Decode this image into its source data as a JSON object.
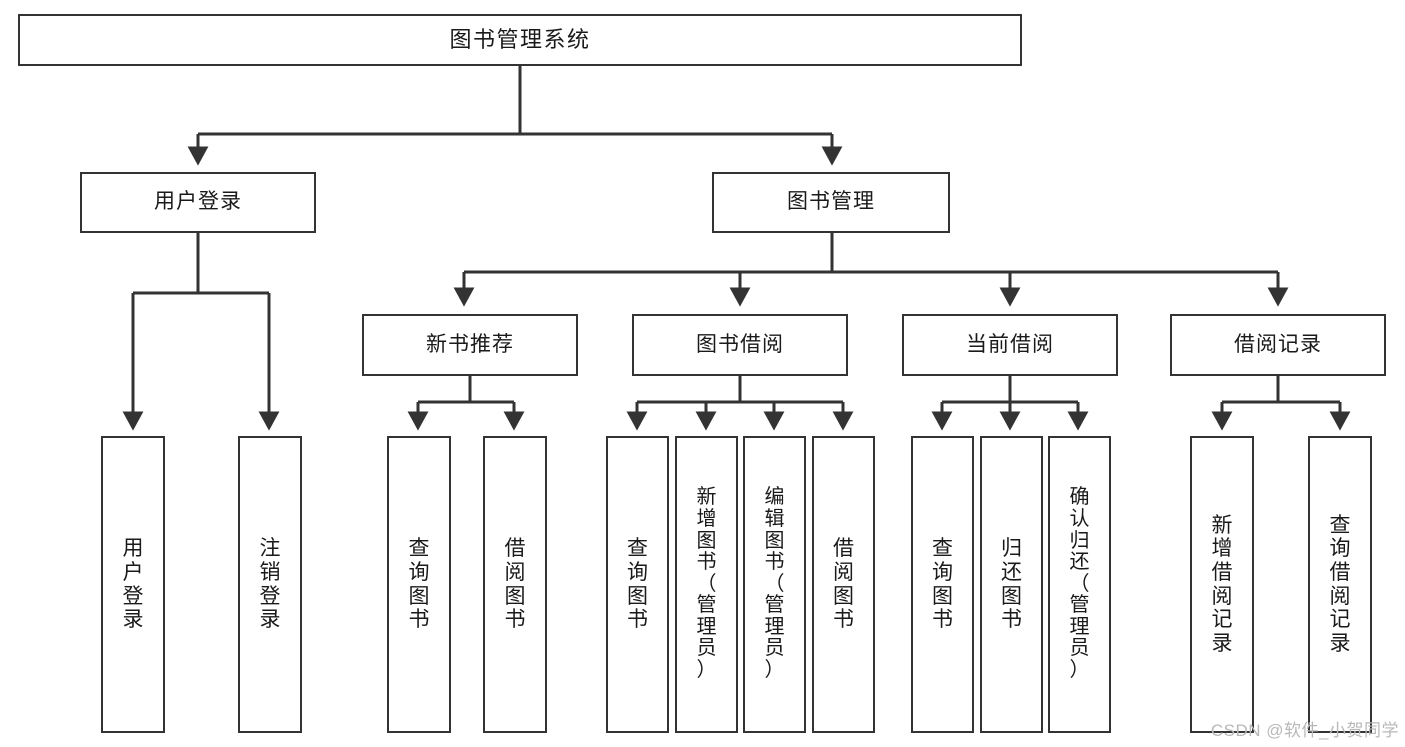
{
  "diagram": {
    "title": "图书管理系统",
    "type": "tree",
    "stroke_color": "#333333",
    "background_color": "#ffffff",
    "text_color": "#1a1a1a"
  },
  "watermark": {
    "text": "CSDN @软件_小贺同学",
    "color": "#b8b8b8"
  },
  "nodes": {
    "root": {
      "label": "图书管理系统"
    },
    "level1": [
      {
        "id": "user-login",
        "label": "用户登录"
      },
      {
        "id": "book-management",
        "label": "图书管理"
      }
    ],
    "level2": [
      {
        "id": "new-book-recommend",
        "label": "新书推荐"
      },
      {
        "id": "book-borrow",
        "label": "图书借阅"
      },
      {
        "id": "current-borrow",
        "label": "当前借阅"
      },
      {
        "id": "borrow-record",
        "label": "借阅记录"
      }
    ],
    "leaves": {
      "user_login": [
        {
          "id": "leaf-user-login",
          "label": "用户登录"
        },
        {
          "id": "leaf-logout-login",
          "label": "注销登录"
        }
      ],
      "new_book_recommend": [
        {
          "id": "leaf-query-book-1",
          "label": "查询图书"
        },
        {
          "id": "leaf-borrow-book-1",
          "label": "借阅图书"
        }
      ],
      "book_borrow": [
        {
          "id": "leaf-query-book-2",
          "label": "查询图书"
        },
        {
          "id": "leaf-add-book-admin",
          "label": "新增图书（管理员）"
        },
        {
          "id": "leaf-edit-book-admin",
          "label": "编辑图书（管理员）"
        },
        {
          "id": "leaf-borrow-book-2",
          "label": "借阅图书"
        }
      ],
      "current_borrow": [
        {
          "id": "leaf-query-book-3",
          "label": "查询图书"
        },
        {
          "id": "leaf-return-book",
          "label": "归还图书"
        },
        {
          "id": "leaf-confirm-return-admin",
          "label": "确认归还（管理员）"
        }
      ],
      "borrow_record": [
        {
          "id": "leaf-add-borrow-record",
          "label": "新增借阅记录"
        },
        {
          "id": "leaf-query-borrow-record",
          "label": "查询借阅记录"
        }
      ]
    }
  },
  "chart_data": {
    "type": "table",
    "title": "图书管理系统 功能结构图",
    "hierarchy": {
      "name": "图书管理系统",
      "children": [
        {
          "name": "用户登录",
          "children": [
            {
              "name": "用户登录"
            },
            {
              "name": "注销登录"
            }
          ]
        },
        {
          "name": "图书管理",
          "children": [
            {
              "name": "新书推荐",
              "children": [
                {
                  "name": "查询图书"
                },
                {
                  "name": "借阅图书"
                }
              ]
            },
            {
              "name": "图书借阅",
              "children": [
                {
                  "name": "查询图书"
                },
                {
                  "name": "新增图书（管理员）"
                },
                {
                  "name": "编辑图书（管理员）"
                },
                {
                  "name": "借阅图书"
                }
              ]
            },
            {
              "name": "当前借阅",
              "children": [
                {
                  "name": "查询图书"
                },
                {
                  "name": "归还图书"
                },
                {
                  "name": "确认归还（管理员）"
                }
              ]
            },
            {
              "name": "借阅记录",
              "children": [
                {
                  "name": "新增借阅记录"
                },
                {
                  "name": "查询借阅记录"
                }
              ]
            }
          ]
        }
      ]
    }
  }
}
